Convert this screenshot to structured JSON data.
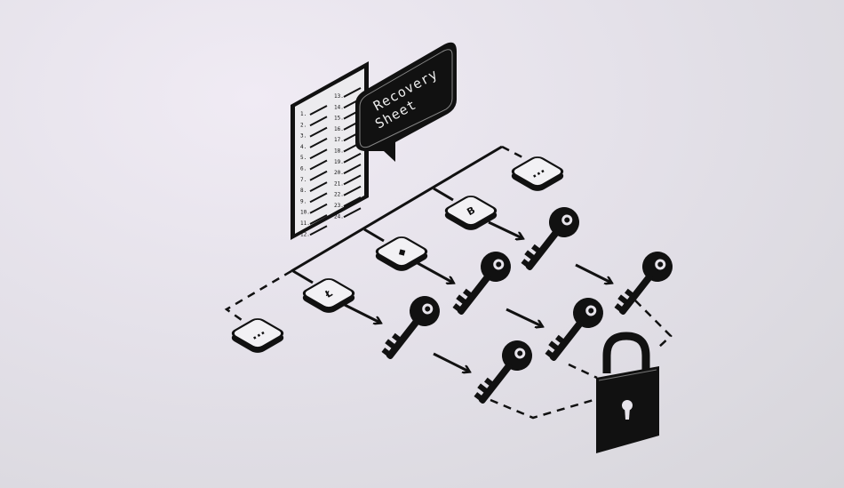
{
  "recovery_sheet": {
    "title_line1": "Recovery",
    "title_line2": "Sheet",
    "word_numbers": [
      "1.",
      "2.",
      "3.",
      "4.",
      "5.",
      "6.",
      "7.",
      "8.",
      "9.",
      "10.",
      "11.",
      "12.",
      "13.",
      "14.",
      "15.",
      "16.",
      "17.",
      "18.",
      "19.",
      "20.",
      "21.",
      "22.",
      "23.",
      "24."
    ]
  },
  "tiles": [
    {
      "icon": "more-icon",
      "label": "..."
    },
    {
      "icon": "litecoin-icon",
      "label": "Ł"
    },
    {
      "icon": "ethereum-icon",
      "label": "◆"
    },
    {
      "icon": "bitcoin-icon",
      "label": "B"
    },
    {
      "icon": "more-icon",
      "label": "..."
    }
  ],
  "colors": {
    "ink": "#111111",
    "background": "#e3e0e8"
  }
}
